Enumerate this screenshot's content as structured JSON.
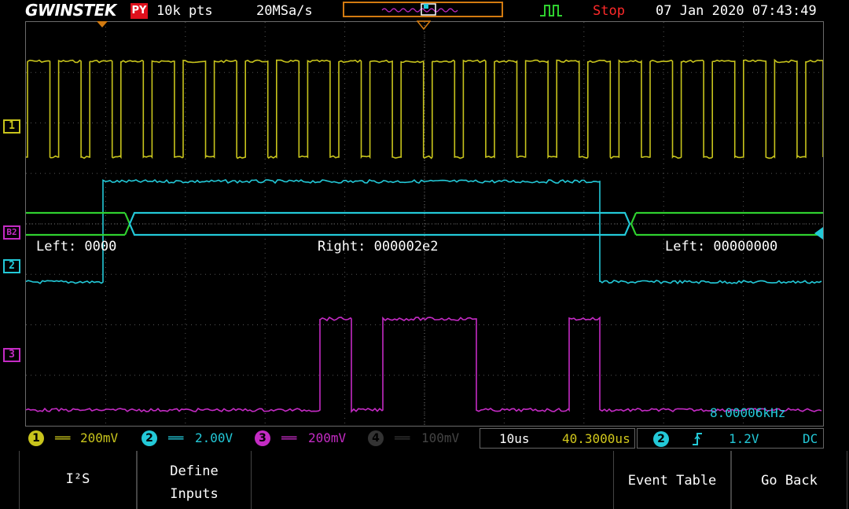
{
  "topbar": {
    "logo": "GWINSTEK",
    "badge": "PY",
    "record_length": "10k pts",
    "sample_rate": "20MSa/s",
    "run_state": "Stop",
    "datetime": "07 Jan 2020 07:43:49"
  },
  "channel_labels": {
    "ch1": "1",
    "bus2": "B2",
    "ch2": "2",
    "ch3": "3"
  },
  "bus": {
    "segment1": "Left: 0000",
    "segment2": "Right: 000002e2",
    "segment3": "Left: 00000000"
  },
  "frequency_readout": "8.00006kHz",
  "status": {
    "ch1_num": "1",
    "ch1_scale": "200mV",
    "ch2_num": "2",
    "ch2_scale": "2.00V",
    "ch3_num": "3",
    "ch3_scale": "200mV",
    "ch4_num": "4",
    "ch4_scale": "100mV",
    "timebase": "10us",
    "position": "40.3000us",
    "trigger_source": "2",
    "trigger_level": "1.2V",
    "coupling": "DC"
  },
  "menu": {
    "item1": "I²S",
    "item2_line1": "Define",
    "item2_line2": "Inputs",
    "item3": "Event Table",
    "item4": "Go Back"
  },
  "colors": {
    "ch1": "#c8c41c",
    "ch2": "#23c9d8",
    "ch3": "#c42bc4",
    "bus": "#2fd12f",
    "grid": "#6b6b6b",
    "accent": "#d27a10"
  }
}
